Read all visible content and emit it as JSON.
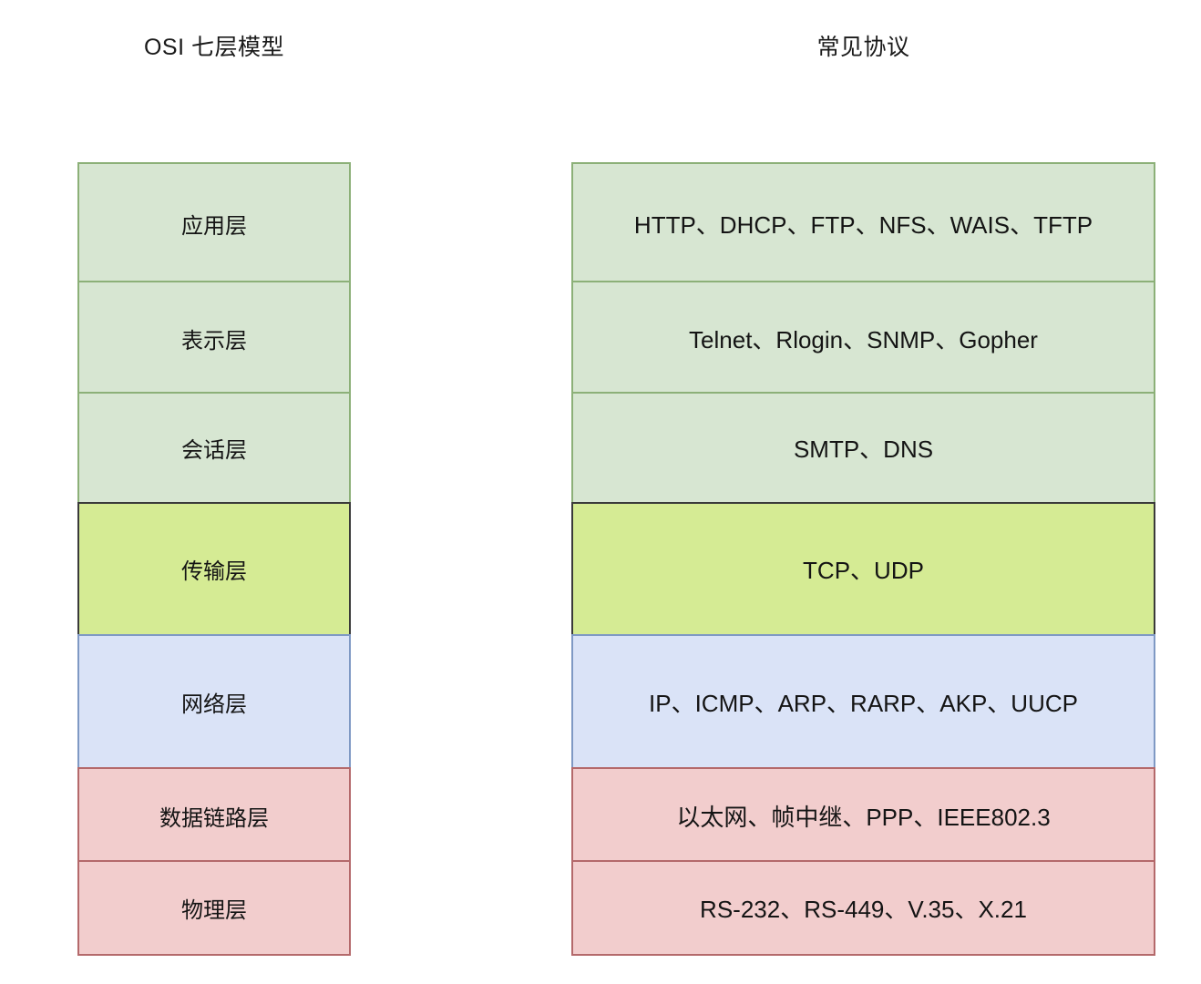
{
  "diagram": {
    "title_left": "OSI 七层模型",
    "title_right": "常见协议",
    "colors": {
      "green_fill": "#d7e6d2",
      "green_border": "#8cb078",
      "lime_fill": "#d5eb94",
      "lime_border": "#3a3a3a",
      "blue_fill": "#dae3f7",
      "blue_border": "#7f99c4",
      "pink_fill": "#f2cdcd",
      "pink_border": "#b4696b",
      "background": "#ffffff",
      "text": "#141414"
    }
  },
  "chart_data": {
    "type": "table",
    "title": "OSI 七层模型 / 常见协议",
    "columns": [
      "OSI 七层模型",
      "常见协议"
    ],
    "rows": [
      {
        "layer": "应用层",
        "protocols": "HTTP、DHCP、FTP、NFS、WAIS、TFTP",
        "color": "#d7e6d2"
      },
      {
        "layer": "表示层",
        "protocols": "Telnet、Rlogin、SNMP、Gopher",
        "color": "#d7e6d2"
      },
      {
        "layer": "会话层",
        "protocols": "SMTP、DNS",
        "color": "#d7e6d2"
      },
      {
        "layer": "传输层",
        "protocols": "TCP、UDP",
        "color": "#d5eb94"
      },
      {
        "layer": "网络层",
        "protocols": "IP、ICMP、ARP、RARP、AKP、UUCP",
        "color": "#dae3f7"
      },
      {
        "layer": "数据链路层",
        "protocols": "以太网、帧中继、PPP、IEEE802.3",
        "color": "#f2cdcd"
      },
      {
        "layer": "物理层",
        "protocols": "RS-232、RS-449、V.35、X.21",
        "color": "#f2cdcd"
      }
    ]
  }
}
